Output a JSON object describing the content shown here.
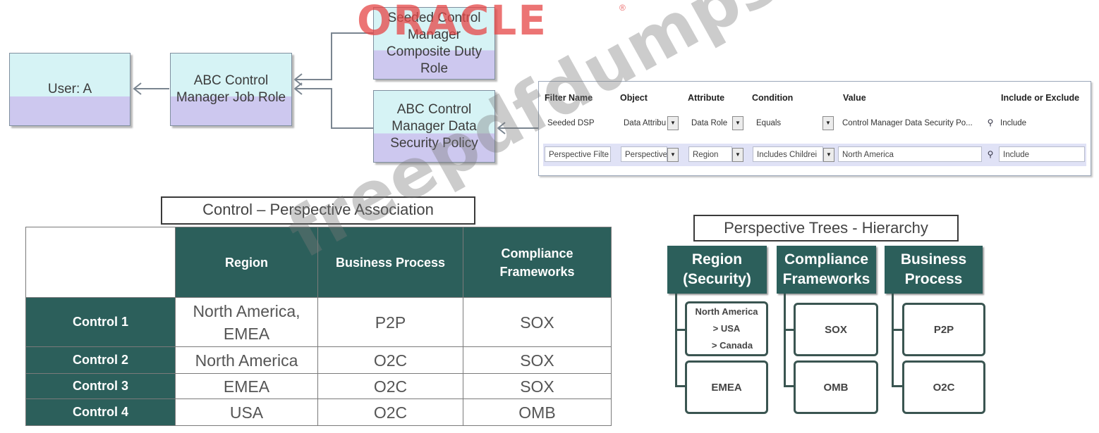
{
  "logo": {
    "text": "ORACLE",
    "reg": "®"
  },
  "roles": {
    "user": "User: A",
    "job_role": "ABC Control Manager Job Role",
    "duty_role": "Seeded Control Manager Composite Duty Role",
    "data_security_policy": "ABC Control Manager Data Security Policy"
  },
  "filter": {
    "headers": [
      "Filter Name",
      "Object",
      "Attribute",
      "Condition",
      "Value",
      "Include or Exclude"
    ],
    "rows": [
      {
        "name": "Seeded DSP",
        "object": "Data Attribu",
        "attribute": "Data Role",
        "condition": "Equals",
        "value": "Control Manager Data Security Po...",
        "include": "Include"
      },
      {
        "name": "Perspective Filte",
        "object": "Perspective",
        "attribute": "Region",
        "condition": "Includes Childrei",
        "value": "North America",
        "include": "Include"
      }
    ]
  },
  "association": {
    "title": "Control – Perspective Association",
    "headers": [
      "Region",
      "Business Process",
      "Compliance Frameworks"
    ],
    "rows": [
      {
        "control": "Control 1",
        "region": "North America, EMEA",
        "process": "P2P",
        "framework": "SOX"
      },
      {
        "control": "Control 2",
        "region": "North America",
        "process": "O2C",
        "framework": "SOX"
      },
      {
        "control": "Control 3",
        "region": "EMEA",
        "process": "O2C",
        "framework": "SOX"
      },
      {
        "control": "Control 4",
        "region": "USA",
        "process": "O2C",
        "framework": "OMB"
      }
    ]
  },
  "trees": {
    "title": "Perspective Trees - Hierarchy",
    "region": {
      "head": "Region (Security)",
      "node1": {
        "top": "North America",
        "child1": "> USA",
        "child2": "> Canada"
      },
      "node2": "EMEA"
    },
    "compliance": {
      "head": "Compliance Frameworks",
      "node1": "SOX",
      "node2": "OMB"
    },
    "business": {
      "head": "Business Process",
      "node1": "P2P",
      "node2": "O2C"
    }
  },
  "watermark": "freepdfdumps.com",
  "colors": {
    "teal": "#2c5f5b",
    "oracle_red": "#e64646",
    "box_top": "#d6f3f5",
    "box_bottom": "#cdc8ef"
  }
}
